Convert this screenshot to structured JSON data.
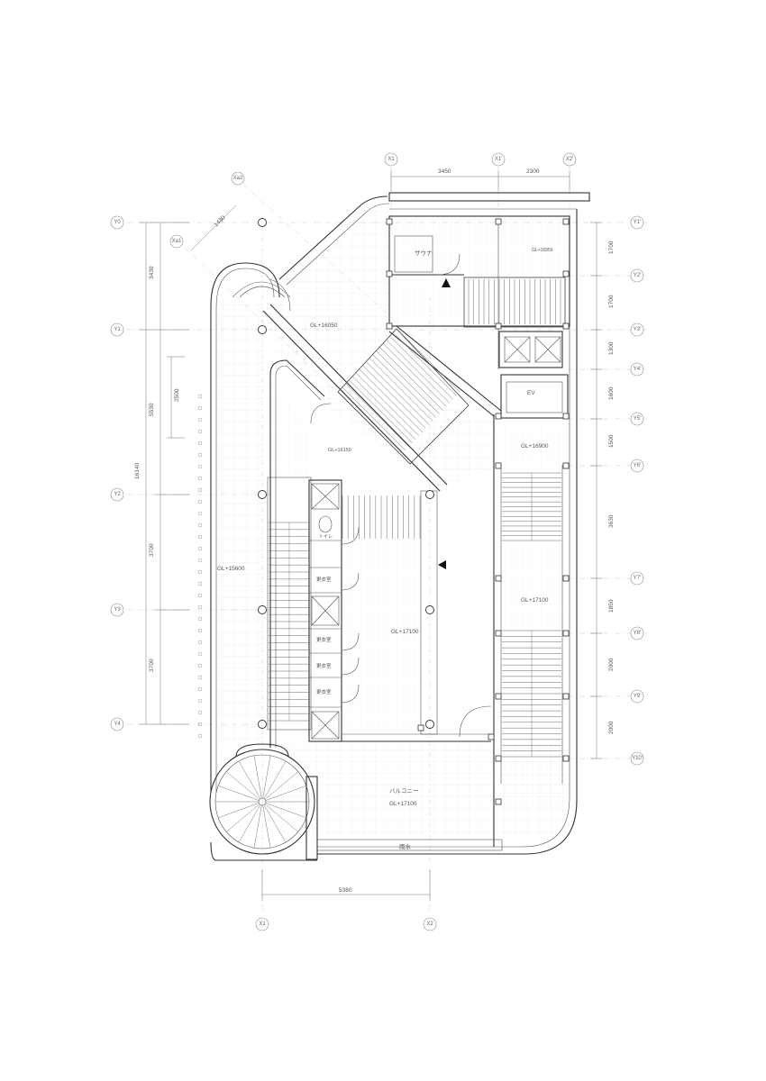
{
  "grid_x": [
    "X1",
    "X2",
    "X1'",
    "X2'"
  ],
  "grid_x_diag": [
    "Xa1",
    "Xa2"
  ],
  "grid_y_left": [
    "Y0",
    "Y1",
    "Y2",
    "Y3",
    "Y4"
  ],
  "grid_y_right": [
    "Y1'",
    "Y2'",
    "Y3'",
    "Y4'",
    "Y5'",
    "Y6'",
    "Y7'",
    "Y8'",
    "Y9'",
    "Y10'"
  ],
  "dims_top": [
    "3450",
    "2300"
  ],
  "dims_left": [
    "3430",
    "5530",
    "3700",
    "3700",
    "16140"
  ],
  "dim_left_inner": "2500",
  "dims_right": [
    "1700",
    "1700",
    "1300",
    "1600",
    "1500",
    "3630",
    "1850",
    "2000",
    "2000"
  ],
  "dim_bottom": "5380",
  "dim_diag": "1430",
  "labels": {
    "sauna": "サウナ",
    "ev": "EV",
    "gl_16950": "GL+16950",
    "gl_16050": "GL+16050",
    "gl_16150": "GL+16150",
    "gl_16900": "GL+16900",
    "gl_15600": "GL+15600",
    "gl_17100_a": "GL+17100",
    "gl_17100_b": "GL+17100",
    "toilet": "トイレ",
    "changing_1": "更衣室",
    "changing_2": "更衣室",
    "changing_3": "更衣室",
    "changing_4": "更衣室",
    "balcony": "バルコニー",
    "gl_17100_c": "GL+17100",
    "gutter": "雨水"
  }
}
